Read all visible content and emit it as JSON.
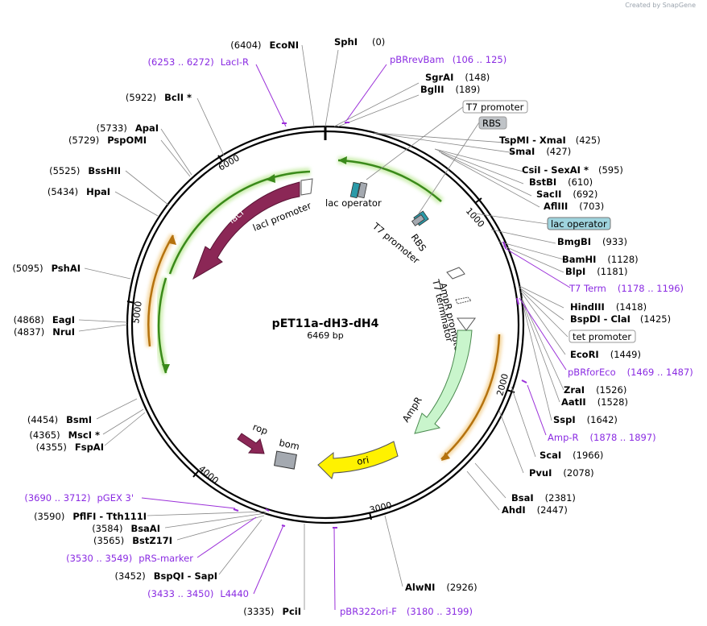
{
  "credit": "Created by SnapGene",
  "plasmid": {
    "name": "pET11a-dH3-dH4",
    "size": "6469 bp"
  },
  "ticks": [
    "1000",
    "2000",
    "3000",
    "4000",
    "5000",
    "6000"
  ],
  "sites_right": [
    {
      "name": "SphI",
      "pos": "(0)"
    },
    {
      "name": "SgrAI",
      "pos": "(148)"
    },
    {
      "name": "BglII",
      "pos": "(189)"
    },
    {
      "name": "TspMI - XmaI",
      "pos": "(425)"
    },
    {
      "name": "SmaI",
      "pos": "(427)"
    },
    {
      "name": "CsiI - SexAI *",
      "pos": "(595)"
    },
    {
      "name": "BstBI",
      "pos": "(610)"
    },
    {
      "name": "SacII",
      "pos": "(692)"
    },
    {
      "name": "AflIII",
      "pos": "(703)"
    },
    {
      "name": "BmgBI",
      "pos": "(933)"
    },
    {
      "name": "BamHI",
      "pos": "(1128)"
    },
    {
      "name": "BlpI",
      "pos": "(1181)"
    },
    {
      "name": "HindIII",
      "pos": "(1418)"
    },
    {
      "name": "BspDI - ClaI",
      "pos": "(1425)"
    },
    {
      "name": "EcoRI",
      "pos": "(1449)"
    },
    {
      "name": "ZraI",
      "pos": "(1526)"
    },
    {
      "name": "AatII",
      "pos": "(1528)"
    },
    {
      "name": "SspI",
      "pos": "(1642)"
    },
    {
      "name": "ScaI",
      "pos": "(1966)"
    },
    {
      "name": "PvuI",
      "pos": "(2078)"
    },
    {
      "name": "BsaI",
      "pos": "(2381)"
    },
    {
      "name": "AhdI",
      "pos": "(2447)"
    },
    {
      "name": "AlwNI",
      "pos": "(2926)"
    }
  ],
  "sites_left": [
    {
      "name": "EcoNI",
      "pos": "(6404)"
    },
    {
      "name": "BclI *",
      "pos": "(5922)"
    },
    {
      "name": "ApaI",
      "pos": "(5733)"
    },
    {
      "name": "PspOMI",
      "pos": "(5729)"
    },
    {
      "name": "BssHII",
      "pos": "(5525)"
    },
    {
      "name": "HpaI",
      "pos": "(5434)"
    },
    {
      "name": "PshAI",
      "pos": "(5095)"
    },
    {
      "name": "EagI",
      "pos": "(4868)"
    },
    {
      "name": "NruI",
      "pos": "(4837)"
    },
    {
      "name": "BsmI",
      "pos": "(4454)"
    },
    {
      "name": "MscI *",
      "pos": "(4365)"
    },
    {
      "name": "FspAI",
      "pos": "(4355)"
    },
    {
      "name": "PflFI - Tth111I",
      "pos": "(3590)"
    },
    {
      "name": "BsaAI",
      "pos": "(3584)"
    },
    {
      "name": "BstZ17I",
      "pos": "(3565)"
    },
    {
      "name": "BspQI - SapI",
      "pos": "(3452)"
    },
    {
      "name": "PciI",
      "pos": "(3335)"
    }
  ],
  "primers": [
    {
      "name": "LacI-R",
      "range": "(6253 .. 6272)"
    },
    {
      "name": "pBRrevBam",
      "range": "(106 .. 125)"
    },
    {
      "name": "T7 Term",
      "range": "(1178 .. 1196)"
    },
    {
      "name": "pBRforEco",
      "range": "(1469 .. 1487)"
    },
    {
      "name": "Amp-R",
      "range": "(1878 .. 1897)"
    },
    {
      "name": "pGEX 3'",
      "range": "(3690 .. 3712)"
    },
    {
      "name": "pRS-marker",
      "range": "(3530 .. 3549)"
    },
    {
      "name": "L4440",
      "range": "(3433 .. 3450)"
    },
    {
      "name": "pBR322ori-F",
      "range": "(3180 .. 3199)"
    }
  ],
  "boxed_features": [
    "T7 promoter",
    "RBS",
    "lac operator",
    "tet promoter"
  ],
  "feature_labels": {
    "lacI": "lacI",
    "lacI_promoter": "lacI promoter",
    "lac_operator": "lac operator",
    "rbs": "RBS",
    "t7_promoter": "T7 promoter",
    "ampr_promoter": "AmpR promoter",
    "t7_terminator": "T7 terminator",
    "ampr": "AmpR",
    "ori": "ori",
    "rop": "rop",
    "bom": "bom"
  },
  "colors": {
    "lacI": "#8b2756",
    "ampr": "#c9f5cc",
    "ori": "#fff200",
    "bom": "#a4a9b0",
    "primer": "#9b30d9",
    "cds_glow": "#9bd35a",
    "orf_orange": "#e8a33c"
  }
}
